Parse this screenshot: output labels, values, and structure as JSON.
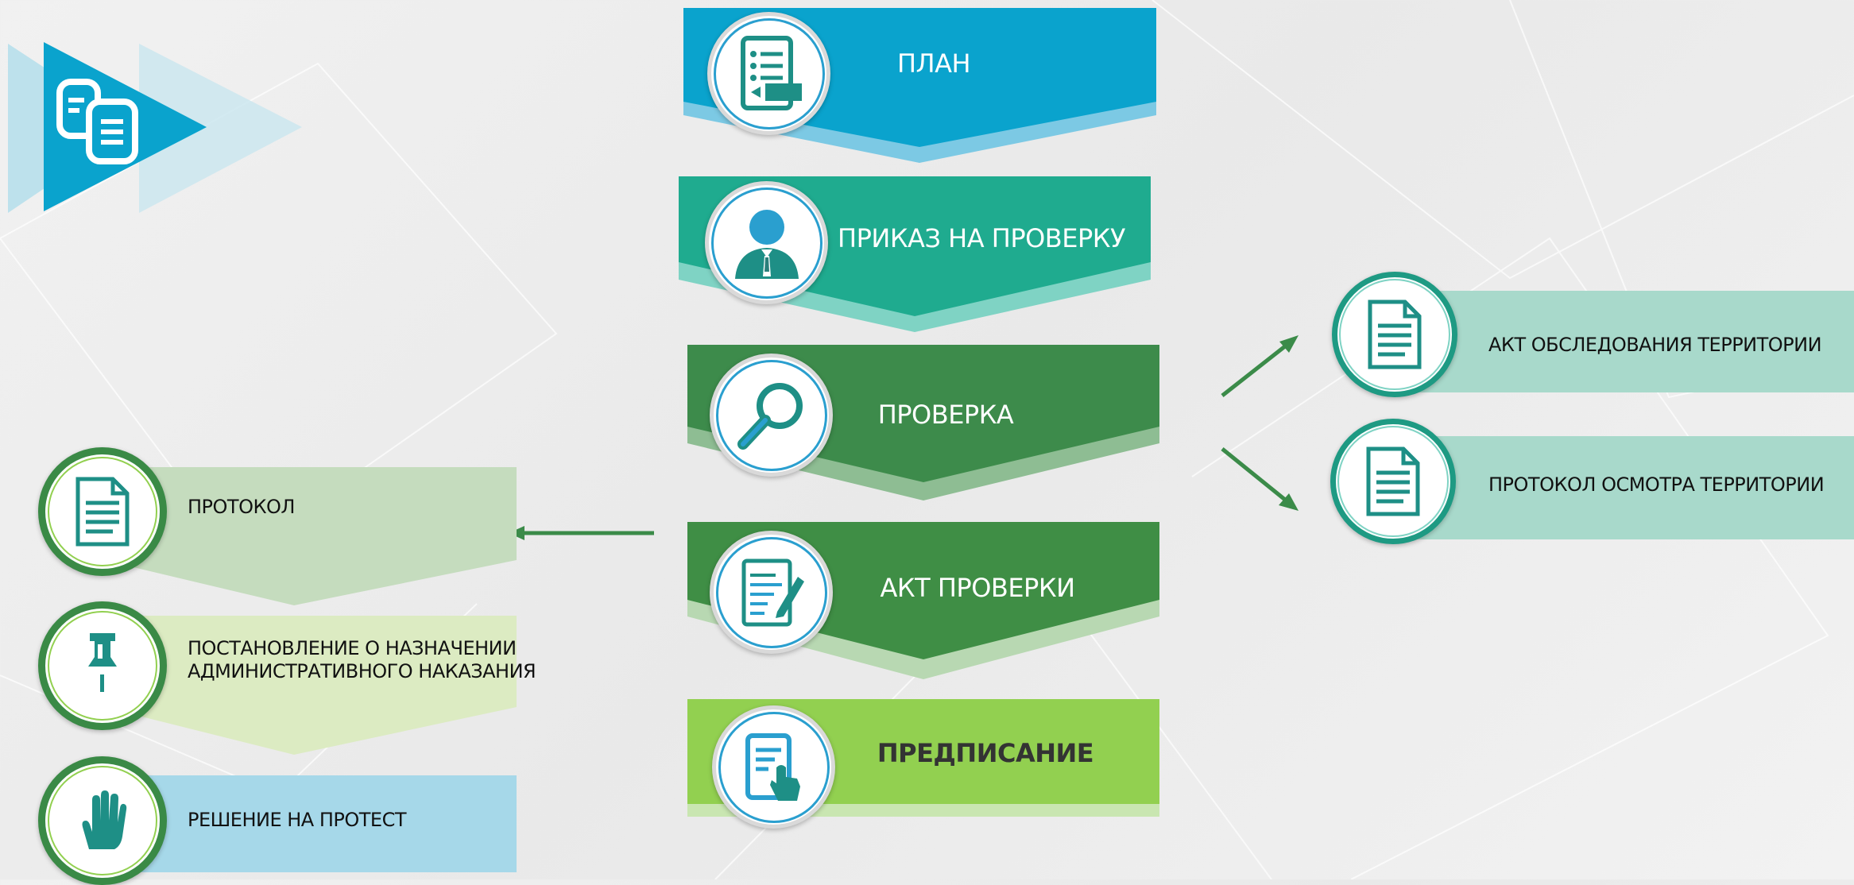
{
  "colors": {
    "blue": "#0aa3cd",
    "teal": "#1fab8f",
    "green": "#3d8b4b",
    "dark_green": "#3f8e45",
    "light_green": "#92d050",
    "icon_teal": "#1e8f86"
  },
  "steps": [
    {
      "label": "ПЛАН",
      "icon": "document-list-icon"
    },
    {
      "label": "ПРИКАЗ НА ПРОВЕРКУ",
      "icon": "person-icon"
    },
    {
      "label": "ПРОВЕРКА",
      "icon": "magnifier-icon"
    },
    {
      "label": "АКТ ПРОВЕРКИ",
      "icon": "document-pen-icon"
    },
    {
      "label": "ПРЕДПИСАНИЕ",
      "icon": "tablet-touch-icon"
    }
  ],
  "right_items": [
    {
      "label": "АКТ ОБСЛЕДОВАНИЯ ТЕРРИТОРИИ",
      "icon": "document-icon"
    },
    {
      "label": "ПРОТОКОЛ ОСМОТРА ТЕРРИТОРИИ",
      "icon": "document-icon"
    }
  ],
  "left_items": [
    {
      "label": "ПРОТОКОЛ",
      "icon": "document-icon"
    },
    {
      "label_lines": [
        "ПОСТАНОВЛЕНИЕ О НАЗНАЧЕНИИ",
        "АДМИНИСТРАТИВНОГО НАКАЗАНИЯ"
      ],
      "icon": "pushpin-icon"
    },
    {
      "label": "РЕШЕНИЕ НА ПРОТЕСТ",
      "icon": "hand-icon"
    }
  ],
  "logo_icon": "documents-icon"
}
